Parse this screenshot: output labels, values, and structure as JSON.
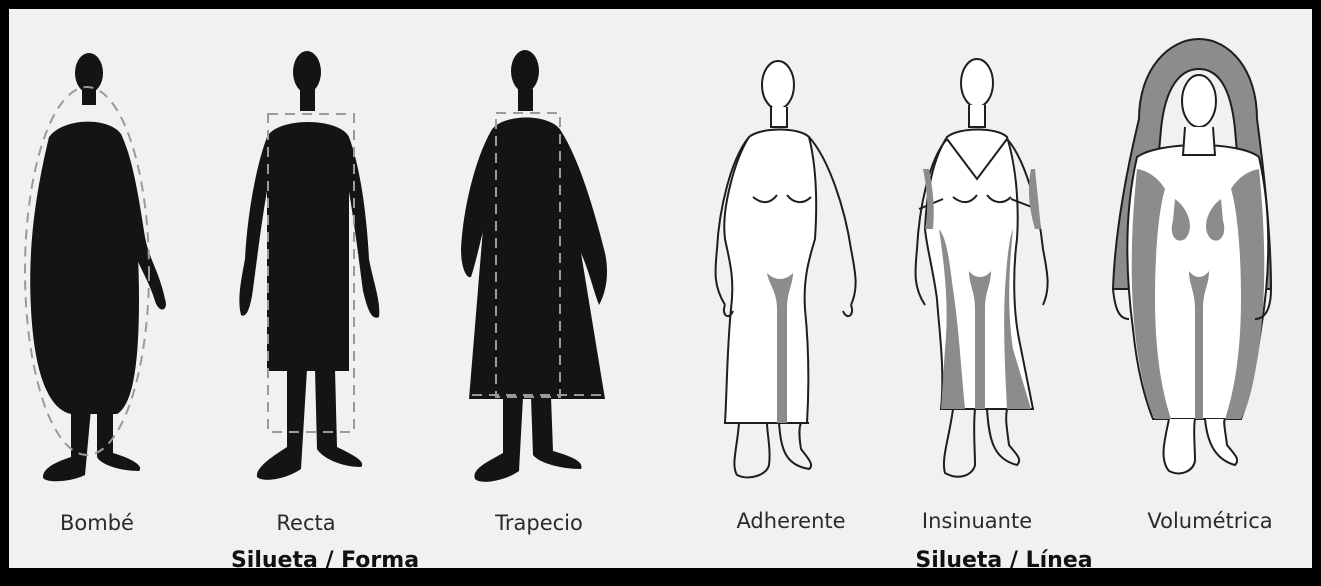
{
  "silhouettes": [
    {
      "label": "Bombé"
    },
    {
      "label": "Recta"
    },
    {
      "label": "Trapecio"
    },
    {
      "label": "Adherente"
    },
    {
      "label": "Insinuante"
    },
    {
      "label": "Volumétrica"
    }
  ],
  "groups": [
    {
      "label": "Silueta / Forma"
    },
    {
      "label": "Silueta / Línea"
    }
  ],
  "colors": {
    "filled": "#141414",
    "outline": "#1e1e1e",
    "guide": "#9a9a9a",
    "shade": "#8c8c8c",
    "paper": "#f1f1ef"
  }
}
